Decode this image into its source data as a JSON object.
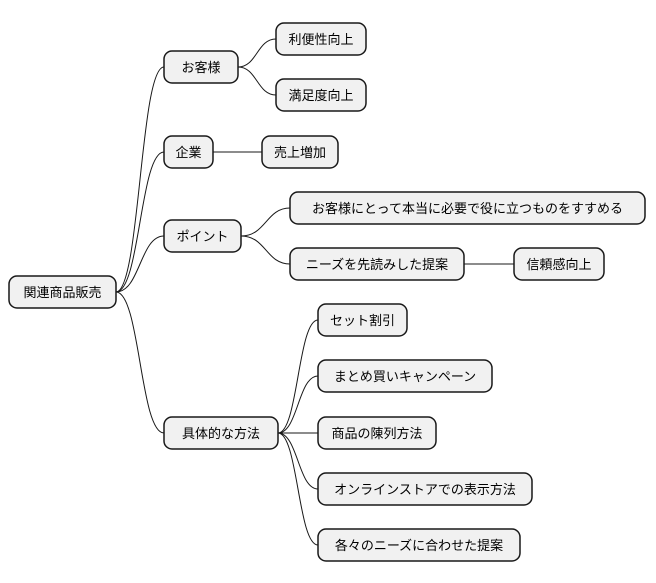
{
  "root": {
    "label": "関連商品販売",
    "children": [
      {
        "label": "お客様",
        "children": [
          {
            "label": "利便性向上"
          },
          {
            "label": "満足度向上"
          }
        ]
      },
      {
        "label": "企業",
        "children": [
          {
            "label": "売上増加"
          }
        ]
      },
      {
        "label": "ポイント",
        "children": [
          {
            "label": "お客様にとって本当に必要で役に立つものをすすめる"
          },
          {
            "label": "ニーズを先読みした提案",
            "children": [
              {
                "label": "信頼感向上"
              }
            ]
          }
        ]
      },
      {
        "label": "具体的な方法",
        "children": [
          {
            "label": "セット割引"
          },
          {
            "label": "まとめ買いキャンペーン"
          },
          {
            "label": "商品の陳列方法"
          },
          {
            "label": "オンラインストアでの表示方法"
          },
          {
            "label": "各々のニーズに合わせた提案"
          }
        ]
      }
    ]
  }
}
